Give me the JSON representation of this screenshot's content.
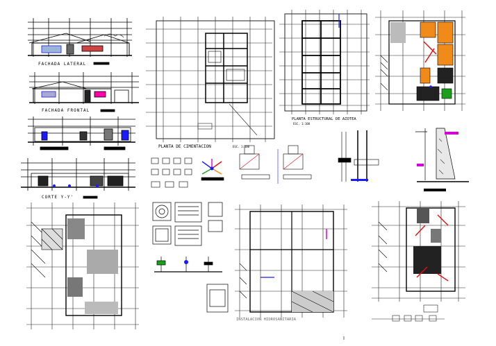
{
  "labels": {
    "fachada_lateral": "FACHADA  LATERAL",
    "fachada_frontal": "FACHADA  FRONTAL",
    "corte": "CORTE  Y-Y'",
    "planta_cimentacion": "PLANTA DE CIMENTACION",
    "esc_cimentacion": "ESC. 1:100",
    "planta_azotea": "PLANTA ESTRUCTURAL DE AZOTEA",
    "esc_azotea": "ESC. 1:100",
    "instalacion": "INSTALACION HIDROSANITARIA"
  },
  "colors": {
    "line": "#000000",
    "grid": "#222222",
    "blue": "#1a1aff",
    "red": "#e01010",
    "orange": "#f08a18",
    "green": "#1aa01a",
    "magenta": "#d800d8",
    "cyan": "#00a8c8"
  }
}
